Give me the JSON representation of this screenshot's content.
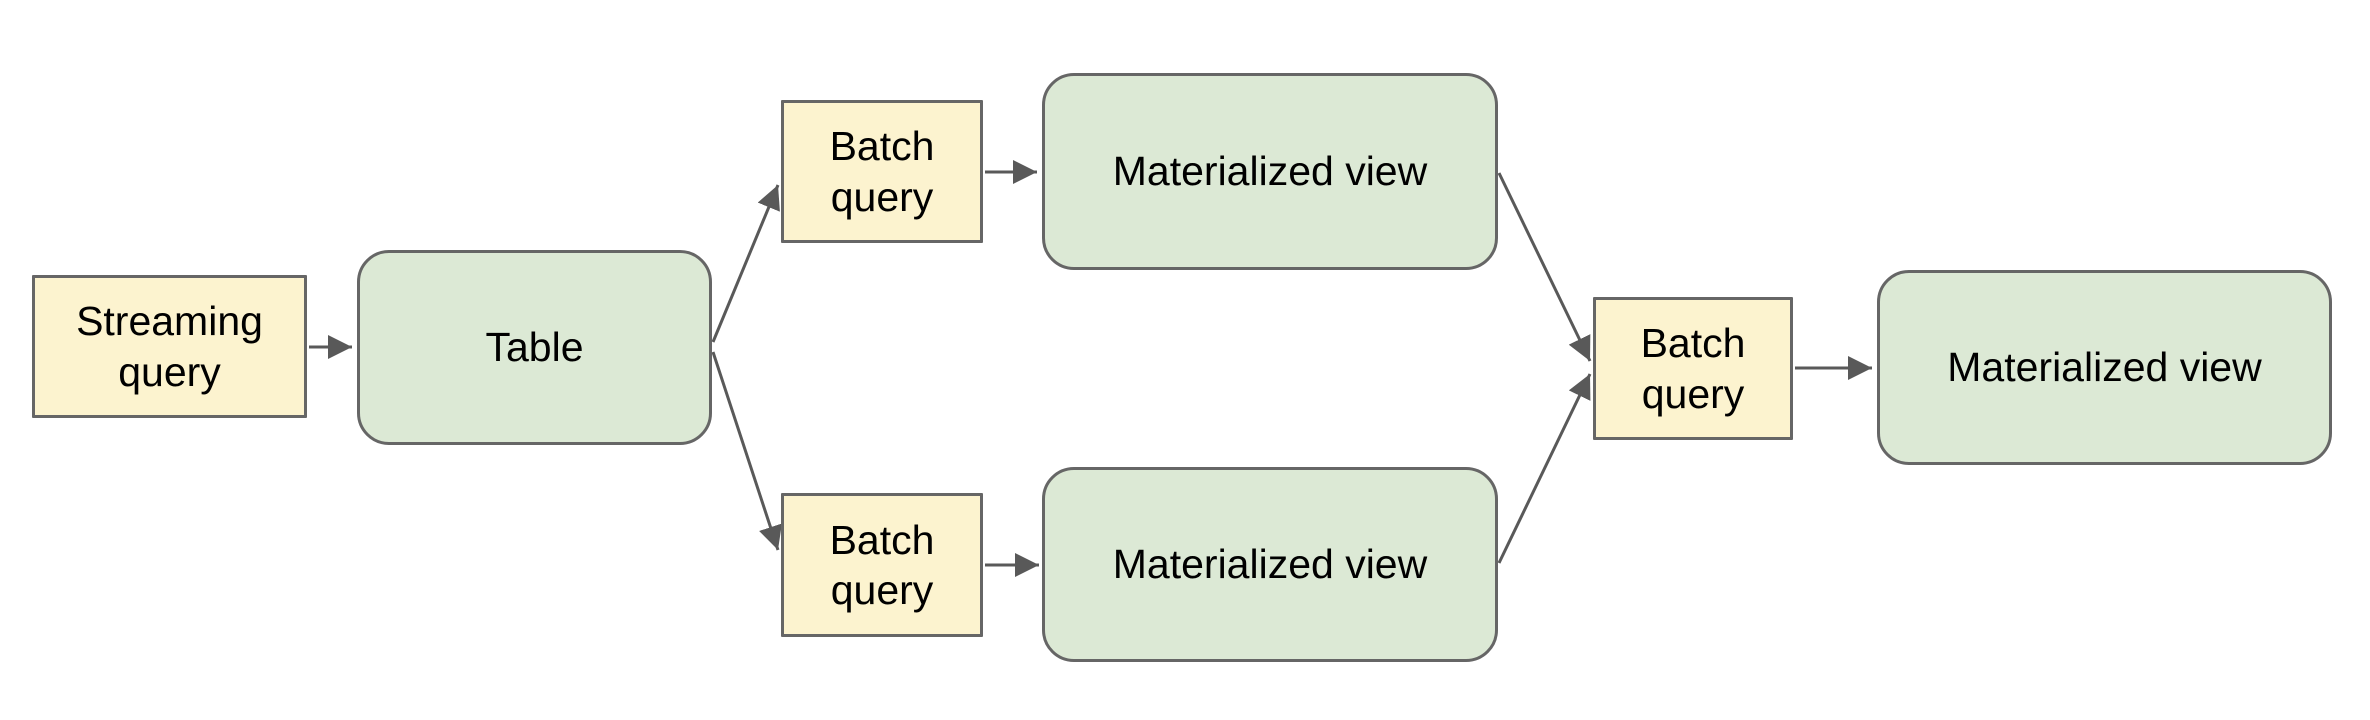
{
  "diagram": {
    "type": "flow-diagram",
    "colors": {
      "process_fill": "#fcf3cf",
      "process_border": "#666666",
      "entity_fill": "#dce9d5",
      "entity_border": "#666666",
      "arrow": "#595959",
      "text": "#000000",
      "background": "#ffffff"
    },
    "nodes": [
      {
        "id": "streaming-query",
        "label": "Streaming query",
        "shape": "rectangle"
      },
      {
        "id": "table",
        "label": "Table",
        "shape": "rounded"
      },
      {
        "id": "batch-query-top",
        "label": "Batch query",
        "shape": "rectangle"
      },
      {
        "id": "materialized-view-top",
        "label": "Materialized view",
        "shape": "rounded"
      },
      {
        "id": "batch-query-bottom",
        "label": "Batch query",
        "shape": "rectangle"
      },
      {
        "id": "materialized-view-bottom",
        "label": "Materialized view",
        "shape": "rounded"
      },
      {
        "id": "batch-query-merge",
        "label": "Batch query",
        "shape": "rectangle"
      },
      {
        "id": "materialized-view-final",
        "label": "Materialized view",
        "shape": "rounded"
      }
    ],
    "edges": [
      {
        "from": "streaming-query",
        "to": "table"
      },
      {
        "from": "table",
        "to": "batch-query-top"
      },
      {
        "from": "batch-query-top",
        "to": "materialized-view-top"
      },
      {
        "from": "materialized-view-top",
        "to": "batch-query-merge"
      },
      {
        "from": "table",
        "to": "batch-query-bottom"
      },
      {
        "from": "batch-query-bottom",
        "to": "materialized-view-bottom"
      },
      {
        "from": "materialized-view-bottom",
        "to": "batch-query-merge"
      },
      {
        "from": "batch-query-merge",
        "to": "materialized-view-final"
      }
    ]
  }
}
